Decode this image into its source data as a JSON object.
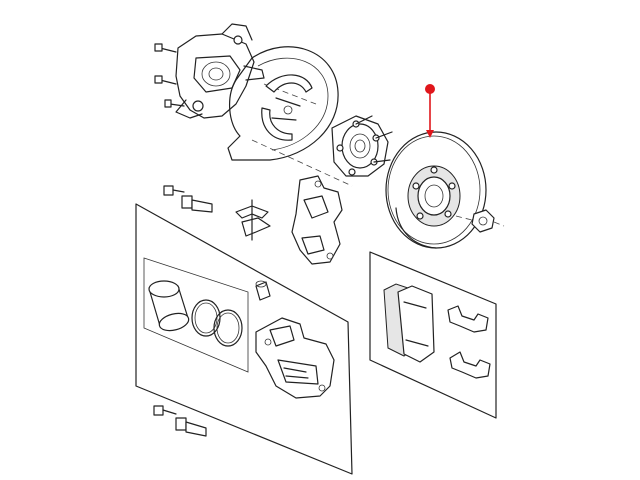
{
  "diagram": {
    "kind": "exploded-parts",
    "accent": "#e0161b",
    "parts": [
      {
        "id": "knuckle-assembly",
        "icon": "knuckle-icon"
      },
      {
        "id": "dust-shield",
        "icon": "shield-icon"
      },
      {
        "id": "parking-brake-shoes",
        "icon": "brake-shoe-icon"
      },
      {
        "id": "hub-bearing",
        "icon": "hub-icon"
      },
      {
        "id": "brake-rotor",
        "icon": "rotor-icon",
        "highlighted": true
      },
      {
        "id": "lug-nut",
        "icon": "nut-icon"
      },
      {
        "id": "guide-pin-bolt-upper",
        "icon": "bolt-icon"
      },
      {
        "id": "anti-rattle-clip",
        "icon": "clip-icon"
      },
      {
        "id": "caliper-adapter",
        "icon": "bracket-icon"
      },
      {
        "id": "caliper-piston",
        "icon": "piston-icon"
      },
      {
        "id": "piston-seals",
        "icon": "seal-ring-icon"
      },
      {
        "id": "bleeder-screw",
        "icon": "bleeder-icon"
      },
      {
        "id": "caliper-body",
        "icon": "caliper-icon"
      },
      {
        "id": "guide-pin-bolt-lower",
        "icon": "bolt-icon"
      },
      {
        "id": "brake-pads",
        "icon": "pad-icon"
      },
      {
        "id": "pad-clips",
        "icon": "clip-icon"
      }
    ]
  }
}
